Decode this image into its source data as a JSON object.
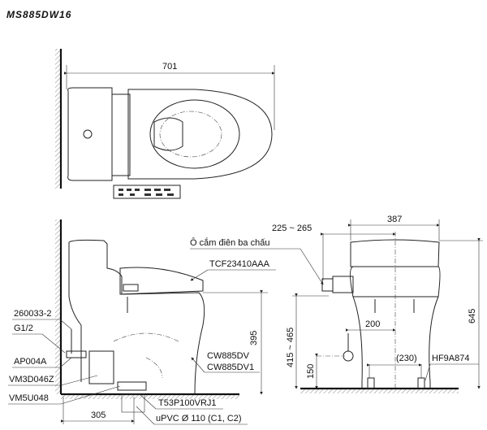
{
  "title": "MS885DW16",
  "top_view": {
    "dim_length": "701"
  },
  "side_view": {
    "dim_height": "395",
    "dim_outlet": "305",
    "labels": {
      "seat_power": "Ô cắm điên ba chấu",
      "seat_model": "TCF23410AAA",
      "bowl_model_1": "CW885DV",
      "bowl_model_2": "CW885DV1",
      "valve": "260033-2",
      "thread": "G1/2",
      "stop_valve": "AP004A",
      "part_1": "VM3D046Z",
      "part_2": "VM5U048",
      "flange": "T53P100VRJ1",
      "pipe": "uPVC Ø 110 (C1, C2)"
    }
  },
  "front_view": {
    "dim_width": "387",
    "dim_socket": "225 ~ 265",
    "dim_total_height": "645",
    "dim_socket_height": "415 ~ 465",
    "dim_inlet_height": "150",
    "dim_inlet_offset": "200",
    "dim_bolts": "(230)",
    "bolt_part": "HF9A874"
  }
}
